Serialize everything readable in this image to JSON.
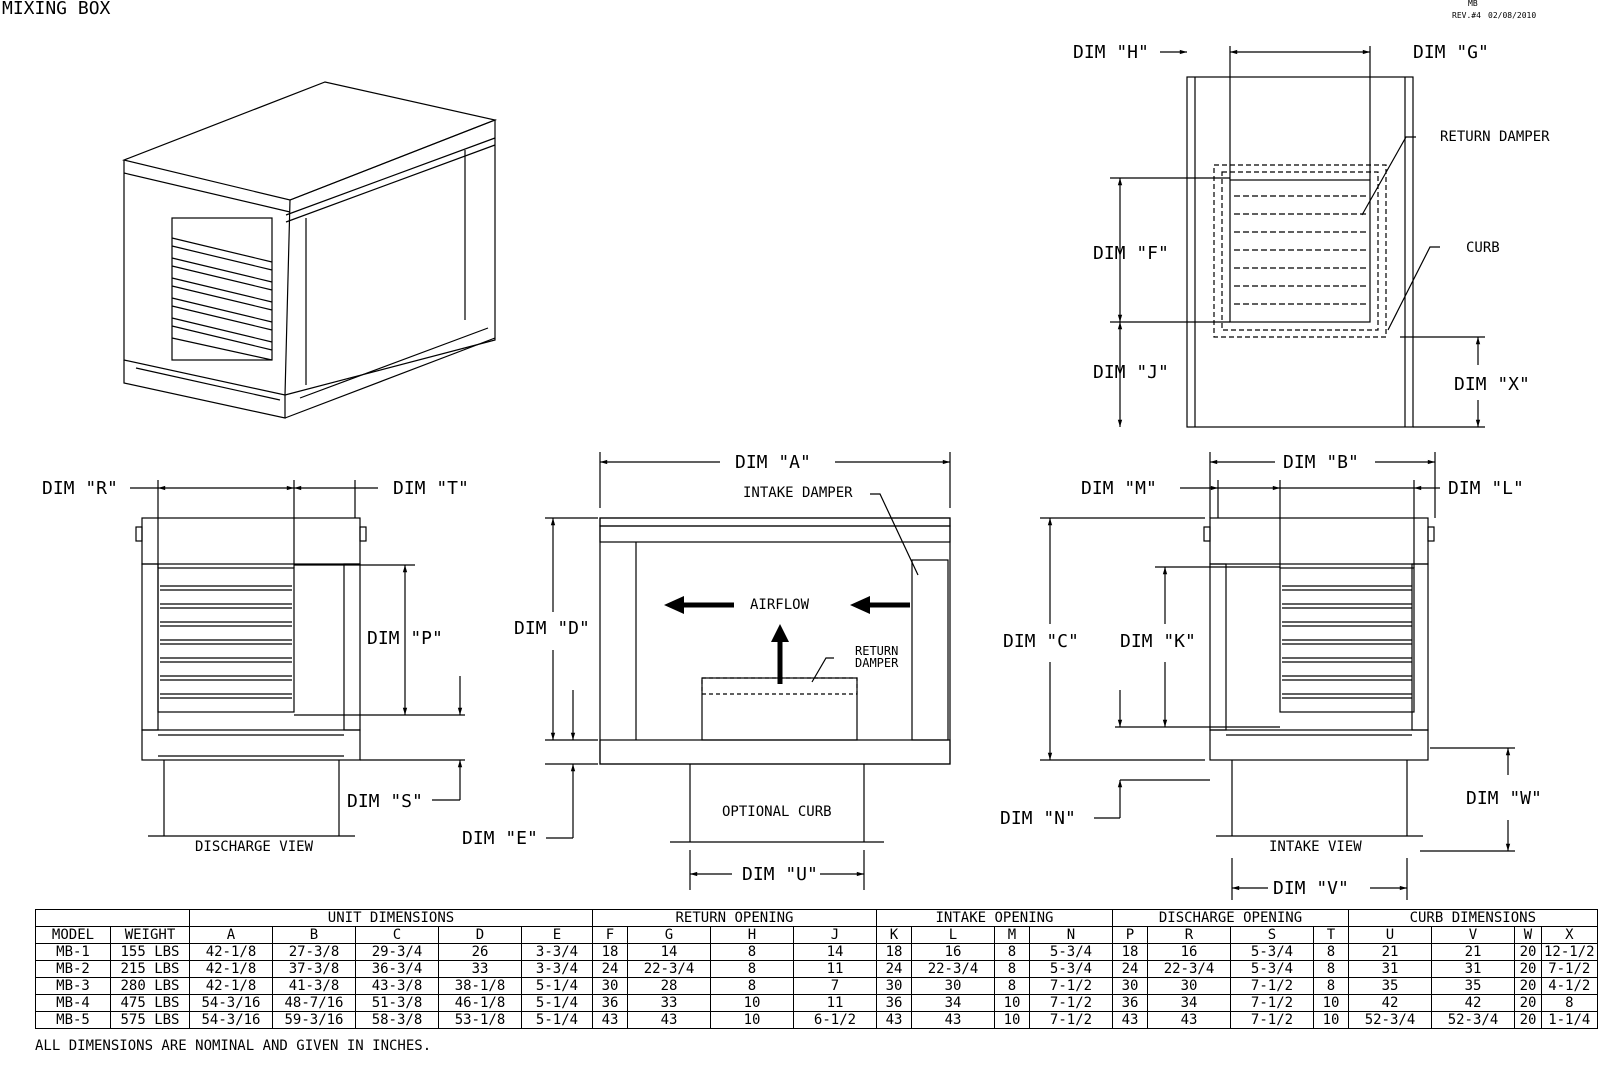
{
  "title": "MIXING BOX",
  "revision": {
    "code": "MB",
    "rev": "REV.#4",
    "date": "02/08/2010"
  },
  "dims": {
    "A": "DIM \"A\"",
    "B": "DIM \"B\"",
    "C": "DIM \"C\"",
    "D": "DIM \"D\"",
    "E": "DIM \"E\"",
    "F": "DIM \"F\"",
    "G": "DIM \"G\"",
    "H": "DIM \"H\"",
    "J": "DIM \"J\"",
    "K": "DIM \"K\"",
    "L": "DIM \"L\"",
    "M": "DIM \"M\"",
    "N": "DIM \"N\"",
    "P": "DIM \"P\"",
    "R": "DIM \"R\"",
    "S": "DIM \"S\"",
    "T": "DIM \"T\"",
    "U": "DIM \"U\"",
    "V": "DIM \"V\"",
    "W": "DIM \"W\"",
    "X": "DIM \"X\""
  },
  "labels": {
    "return_damper_top": "RETURN DAMPER",
    "curb": "CURB",
    "intake_damper": "INTAKE DAMPER",
    "airflow": "AIRFLOW",
    "return_damper_front_1": "RETURN",
    "return_damper_front_2": "DAMPER",
    "optional_curb": "OPTIONAL CURB",
    "discharge_view": "DISCHARGE VIEW",
    "intake_view": "INTAKE VIEW"
  },
  "table": {
    "groups": [
      "UNIT DIMENSIONS",
      "RETURN OPENING",
      "INTAKE OPENING",
      "DISCHARGE OPENING",
      "CURB DIMENSIONS"
    ],
    "headers": [
      "MODEL",
      "WEIGHT",
      "A",
      "B",
      "C",
      "D",
      "E",
      "F",
      "G",
      "H",
      "J",
      "K",
      "L",
      "M",
      "N",
      "P",
      "R",
      "S",
      "T",
      "U",
      "V",
      "W",
      "X"
    ],
    "rows": [
      [
        "MB-1",
        "155 LBS",
        "42-1/8",
        "27-3/8",
        "29-3/4",
        "26",
        "3-3/4",
        "18",
        "14",
        "8",
        "14",
        "18",
        "16",
        "8",
        "5-3/4",
        "18",
        "16",
        "5-3/4",
        "8",
        "21",
        "21",
        "20",
        "12-1/2"
      ],
      [
        "MB-2",
        "215 LBS",
        "42-1/8",
        "37-3/8",
        "36-3/4",
        "33",
        "3-3/4",
        "24",
        "22-3/4",
        "8",
        "11",
        "24",
        "22-3/4",
        "8",
        "5-3/4",
        "24",
        "22-3/4",
        "5-3/4",
        "8",
        "31",
        "31",
        "20",
        "7-1/2"
      ],
      [
        "MB-3",
        "280 LBS",
        "42-1/8",
        "41-3/8",
        "43-3/8",
        "38-1/8",
        "5-1/4",
        "30",
        "28",
        "8",
        "7",
        "30",
        "30",
        "8",
        "7-1/2",
        "30",
        "30",
        "7-1/2",
        "8",
        "35",
        "35",
        "20",
        "4-1/2"
      ],
      [
        "MB-4",
        "475 LBS",
        "54-3/16",
        "48-7/16",
        "51-3/8",
        "46-1/8",
        "5-1/4",
        "36",
        "33",
        "10",
        "11",
        "36",
        "34",
        "10",
        "7-1/2",
        "36",
        "34",
        "7-1/2",
        "10",
        "42",
        "42",
        "20",
        "8"
      ],
      [
        "MB-5",
        "575 LBS",
        "54-3/16",
        "59-3/16",
        "58-3/8",
        "53-1/8",
        "5-1/4",
        "43",
        "43",
        "10",
        "6-1/2",
        "43",
        "43",
        "10",
        "7-1/2",
        "43",
        "43",
        "7-1/2",
        "10",
        "52-3/4",
        "52-3/4",
        "20",
        "1-1/4"
      ]
    ]
  },
  "footnote": "ALL DIMENSIONS ARE NOMINAL AND GIVEN IN INCHES."
}
